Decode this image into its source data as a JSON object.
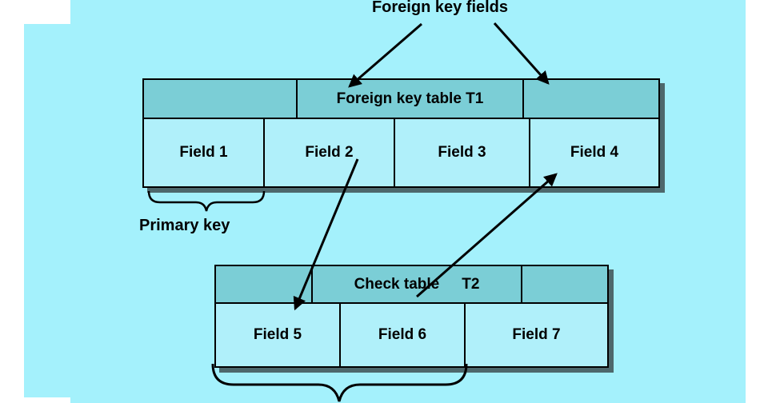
{
  "title": "Foreign key fields",
  "colors": {
    "background": "#A4F1FC",
    "page_margin": "#FFFFFF",
    "table_header": "#7BCED6",
    "table_cell": "#B0F0FA",
    "border": "#000000",
    "shadow": "#1E1E1E",
    "text": "#000000",
    "arrow": "#000000"
  },
  "t1": {
    "header_label": "Foreign key table T1",
    "fields": [
      "Field 1",
      "Field 2",
      "Field 3",
      "Field 4"
    ]
  },
  "primary_key_label": "Primary key",
  "t2": {
    "header_label": "Check table",
    "header_suffix": "T2",
    "fields": [
      "Field 5",
      "Field 6",
      "Field 7"
    ]
  },
  "annotations": {
    "foreign_key_arrows": [
      "title-to-t1-header-left",
      "title-to-t1-header-right"
    ],
    "reference_arrows": [
      "field2-to-field5",
      "field6-to-field4"
    ],
    "braces": [
      "primary-key-brace-under-field1",
      "check-table-key-brace-under-field5-field6"
    ]
  }
}
